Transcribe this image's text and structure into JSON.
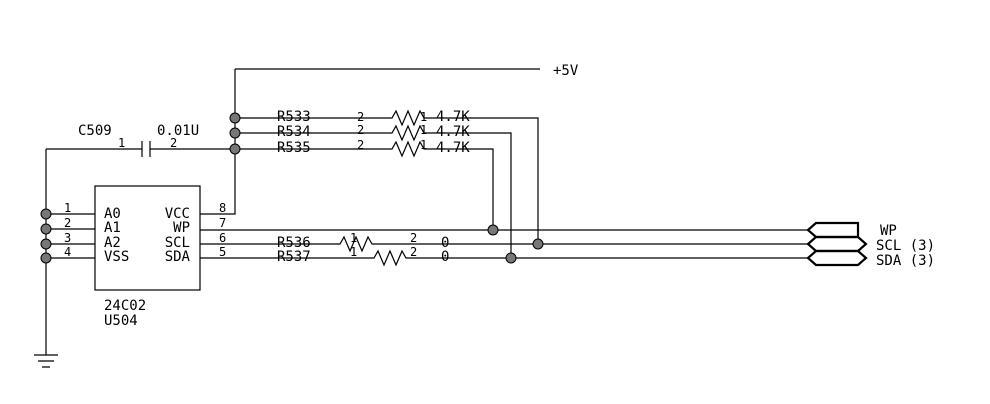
{
  "power": {
    "label": "+5V"
  },
  "capacitor": {
    "ref": "C509",
    "value": "0.01U",
    "pin1": "1",
    "pin2": "2"
  },
  "resistors": [
    {
      "ref": "R533",
      "pin_left": "2",
      "pin_right": "1",
      "value": "4.7K"
    },
    {
      "ref": "R534",
      "pin_left": "2",
      "pin_right": "1",
      "value": "4.7K"
    },
    {
      "ref": "R535",
      "pin_left": "2",
      "pin_right": "1",
      "value": "4.7K"
    },
    {
      "ref": "R536",
      "pin_left": "1",
      "pin_right": "2",
      "value": "0"
    },
    {
      "ref": "R537",
      "pin_left": "1",
      "pin_right": "2",
      "value": "0"
    }
  ],
  "ic": {
    "part": "24C02",
    "ref": "U504",
    "left_pins": [
      {
        "num": "1",
        "name": "A0"
      },
      {
        "num": "2",
        "name": "A1"
      },
      {
        "num": "3",
        "name": "A2"
      },
      {
        "num": "4",
        "name": "VSS"
      }
    ],
    "right_pins": [
      {
        "num": "8",
        "name": "VCC"
      },
      {
        "num": "7",
        "name": "WP"
      },
      {
        "num": "6",
        "name": "SCL"
      },
      {
        "num": "5",
        "name": "SDA"
      }
    ]
  },
  "ports": [
    {
      "label": "WP"
    },
    {
      "label": "SCL (3)"
    },
    {
      "label": "SDA (3)"
    }
  ]
}
